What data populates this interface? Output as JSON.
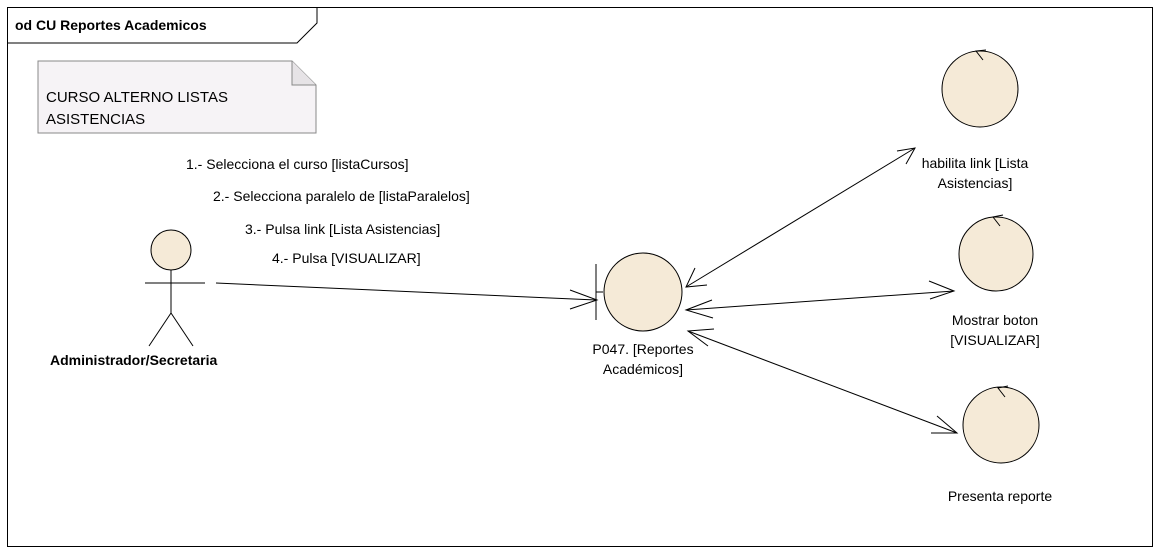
{
  "diagram": {
    "frame_title": "od CU Reportes Academicos",
    "note": {
      "line1": "CURSO ALTERNO LISTAS",
      "line2": "ASISTENCIAS"
    },
    "messages": [
      "1.- Selecciona el curso [listaCursos]",
      "2.- Selecciona paralelo de [listaParalelos]",
      "3.- Pulsa link [Lista Asistencias]",
      "4.- Pulsa [VISUALIZAR]"
    ],
    "actor": {
      "label": "Administrador/Secretaria"
    },
    "boundary": {
      "line1": "P047. [Reportes",
      "line2": "Académicos]"
    },
    "controls": [
      {
        "line1": "habilita link [Lista",
        "line2": "Asistencias]"
      },
      {
        "line1": "Mostrar boton",
        "line2": "[VISUALIZAR]"
      },
      {
        "line1": "Presenta reporte",
        "line2": ""
      }
    ],
    "colors": {
      "element_fill": "#f5ead7",
      "note_fill": "#f6f3f6",
      "stroke": "#000000"
    }
  }
}
